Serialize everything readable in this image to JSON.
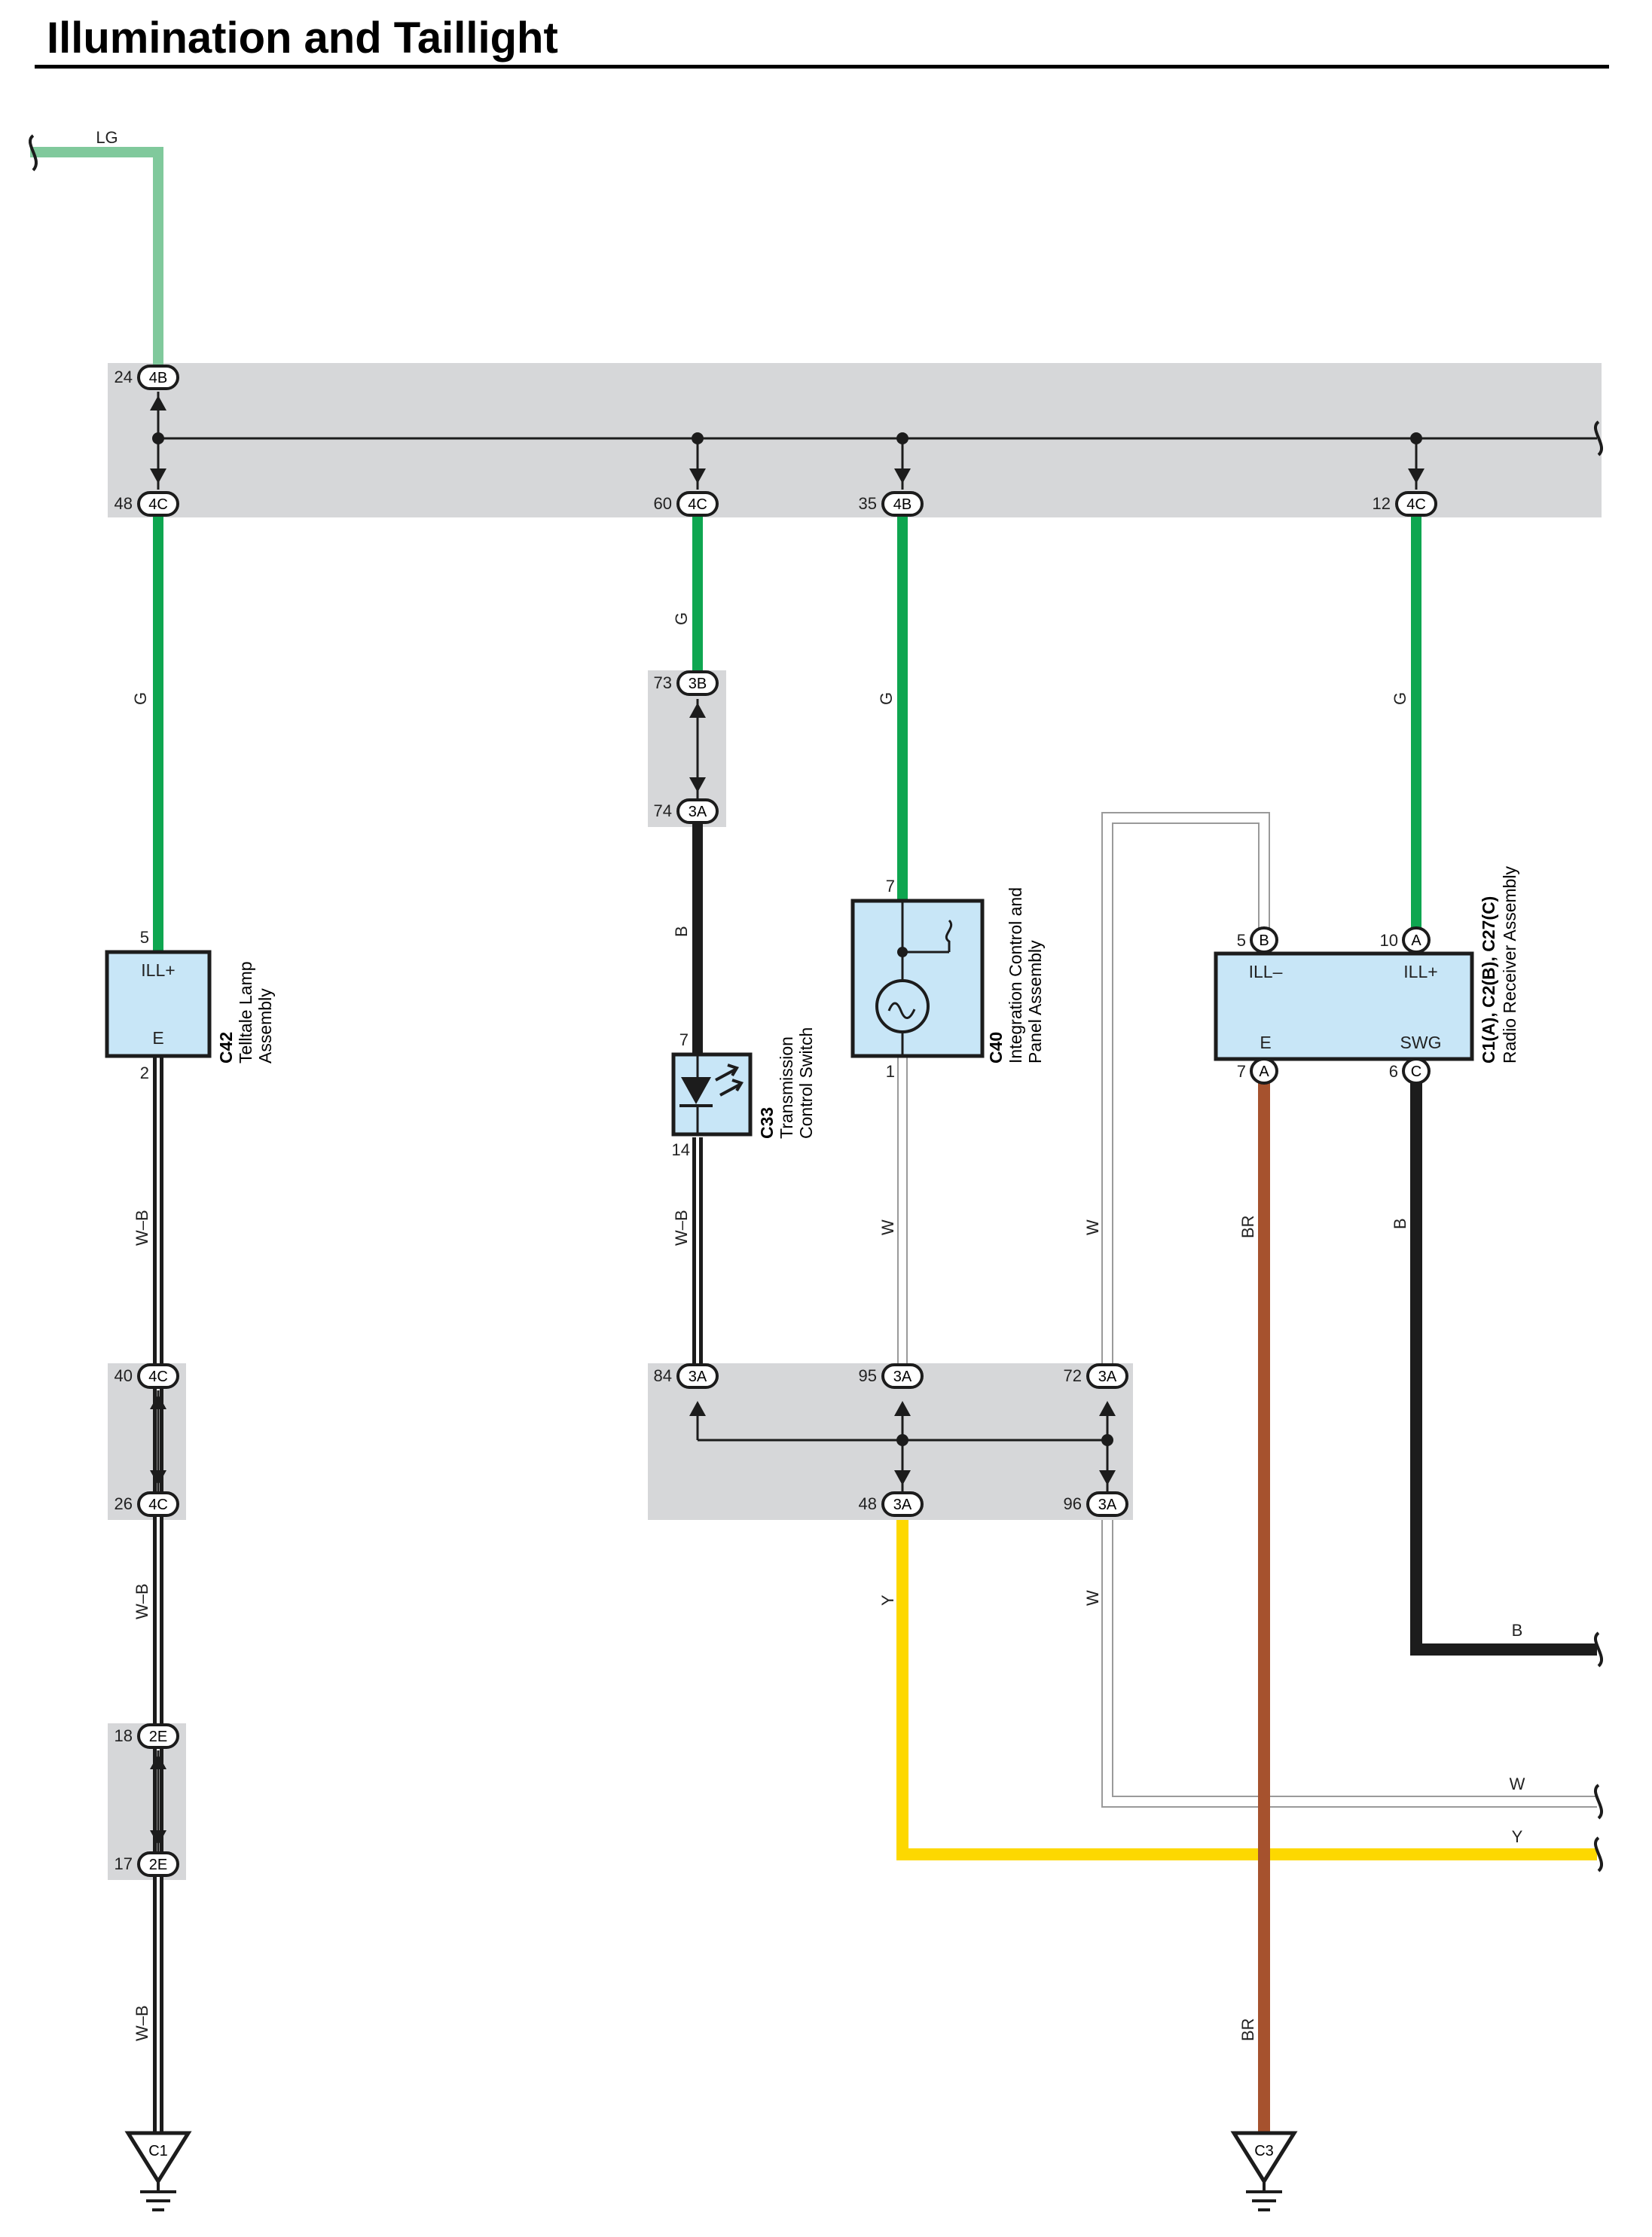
{
  "title": "Illumination and Taillight",
  "colors": {
    "LG": "#80c99c",
    "G": "#0ea650",
    "B": "#1c1c1c",
    "W": "#ffffff",
    "BR": "#a6522e",
    "Y": "#fdd800",
    "junction_block": "#d6d7d9",
    "component": "#c8e6f7"
  },
  "wire_labels": {
    "top_lg": "LG",
    "left_g": "G",
    "left_wb1": "W–B",
    "left_wb2": "W–B",
    "left_wb3": "W–B",
    "c33_g": "G",
    "c33_b": "B",
    "c33_wb": "W–B",
    "c40_g": "G",
    "c40_w": "W",
    "mid_y": "Y",
    "mid_w2": "W",
    "mid_w1": "W",
    "radio_g": "G",
    "radio_b": "B",
    "radio_br": "BR",
    "radio_br2": "BR",
    "right_b": "B",
    "right_w": "W",
    "right_y": "Y"
  },
  "connectors": {
    "j1": {
      "pin": "24",
      "code": "4B"
    },
    "j2": {
      "pin": "48",
      "code": "4C"
    },
    "j3": {
      "pin": "60",
      "code": "4C"
    },
    "j4": {
      "pin": "35",
      "code": "4B"
    },
    "j5": {
      "pin": "12",
      "code": "4C"
    },
    "j6": {
      "pin": "73",
      "code": "3B"
    },
    "j7": {
      "pin": "74",
      "code": "3A"
    },
    "j8": {
      "pin": "40",
      "code": "4C"
    },
    "j9": {
      "pin": "26",
      "code": "4C"
    },
    "j10": {
      "pin": "18",
      "code": "2E"
    },
    "j11": {
      "pin": "17",
      "code": "2E"
    },
    "j12": {
      "pin": "84",
      "code": "3A"
    },
    "j13": {
      "pin": "95",
      "code": "3A"
    },
    "j14": {
      "pin": "72",
      "code": "3A"
    },
    "j15": {
      "pin": "48",
      "code": "3A"
    },
    "j16": {
      "pin": "96",
      "code": "3A"
    }
  },
  "components": {
    "c42": {
      "id": "C42",
      "name_line1": "Telltale Lamp",
      "name_line2": "Assembly",
      "term_top": "ILL+",
      "term_bottom": "E",
      "pin_top": "5",
      "pin_bottom": "2"
    },
    "c33": {
      "id": "C33",
      "name_line1": "Transmission",
      "name_line2": "Control Switch",
      "pin_top": "7",
      "pin_bottom": "14"
    },
    "c40": {
      "id": "C40",
      "name_line1": "Integration Control and",
      "name_line2": "Panel Assembly",
      "pin_top": "7",
      "pin_bottom": "1"
    },
    "radio": {
      "id": "C1(A), C2(B), C27(C)",
      "name": "Radio Receiver Assembly",
      "term_tl": "ILL–",
      "term_tr": "ILL+",
      "term_bl": "E",
      "term_br": "SWG",
      "pins": {
        "tl": {
          "pin": "5",
          "code": "B"
        },
        "tr": {
          "pin": "10",
          "code": "A"
        },
        "bl": {
          "pin": "7",
          "code": "A"
        },
        "br": {
          "pin": "6",
          "code": "C"
        }
      }
    }
  },
  "grounds": {
    "g1": "C1",
    "g2": "C3"
  }
}
